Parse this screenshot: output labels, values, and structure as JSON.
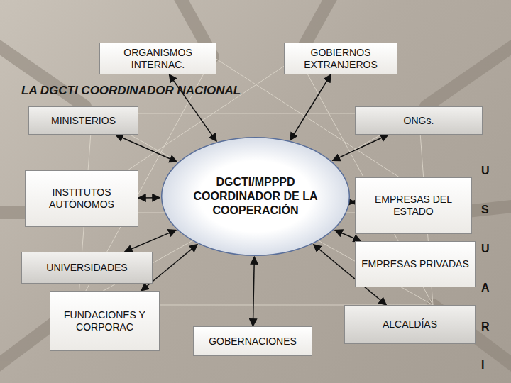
{
  "diagram": {
    "title": "LA DGCTI COORDINADOR NACIONAL",
    "nodes": [
      {
        "text": [
          "ORGANISMOS INTERNAC."
        ]
      },
      {
        "text": [
          "GOBIERNOS EXTRANJEROS"
        ]
      },
      {
        "text": [
          "MINISTERIOS"
        ]
      },
      {
        "text": [
          "ONGs."
        ]
      },
      {
        "text": [
          "INSTITUTOS AUTÓNOMOS"
        ]
      },
      {
        "text": [
          "DGCTI/MPPPD COORDINADOR DE LA COOPERACIÓN"
        ]
      },
      {
        "text": [
          "EMPRESAS DEL ESTADO"
        ]
      },
      {
        "text": [
          "UNIVERSIDADES"
        ]
      },
      {
        "text": [
          "EMPRESAS PRIVADAS"
        ]
      },
      {
        "text": [
          "FUNDACIONES Y CORPORAC"
        ]
      },
      {
        "text": [
          "ALCALDÍAS"
        ]
      },
      {
        "text": [
          "GOBERNACIONES"
        ]
      }
    ],
    "edges": [
      {
        "from": 5,
        "to": 0,
        "arrow": "both"
      },
      {
        "from": 5,
        "to": 1,
        "arrow": "both"
      },
      {
        "from": 5,
        "to": 2,
        "arrow": "both"
      },
      {
        "from": 5,
        "to": 3,
        "arrow": "both"
      },
      {
        "from": 5,
        "to": 4,
        "arrow": "both"
      },
      {
        "from": 5,
        "to": 6,
        "arrow": "both"
      },
      {
        "from": 5,
        "to": 7,
        "arrow": "both"
      },
      {
        "from": 5,
        "to": 8,
        "arrow": "both"
      },
      {
        "from": 5,
        "to": 9,
        "arrow": "both"
      },
      {
        "from": 5,
        "to": 10,
        "arrow": "both"
      },
      {
        "from": 5,
        "to": 11,
        "arrow": "both"
      }
    ],
    "labels": [
      "U",
      "S",
      "U",
      "A",
      "R",
      "I"
    ]
  }
}
